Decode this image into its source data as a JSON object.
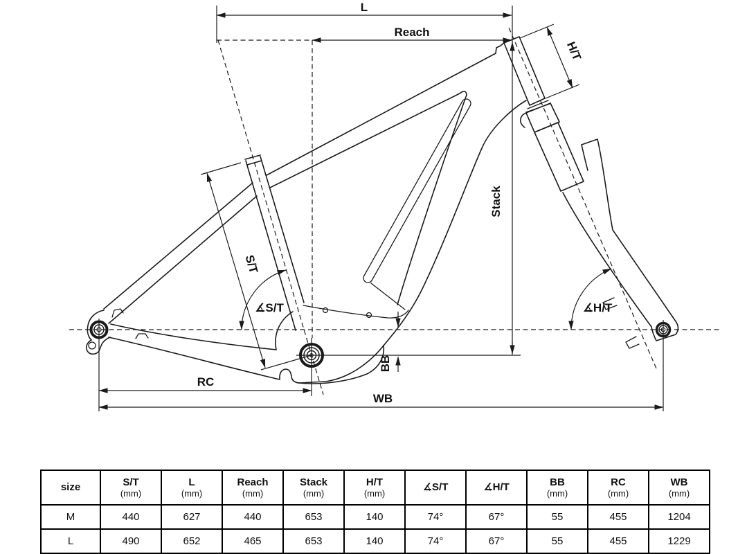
{
  "diagram": {
    "labels": {
      "l": "L",
      "reach": "Reach",
      "ht": "H/T",
      "stack": "Stack",
      "st": "S/T",
      "angle_st": "∡S/T",
      "angle_ht": "∡H/T",
      "bb": "BB",
      "rc": "RC",
      "wb": "WB"
    },
    "line_color": "#1a1a1a"
  },
  "table": {
    "columns": [
      {
        "label": "size",
        "unit": ""
      },
      {
        "label": "S/T",
        "unit": "(mm)"
      },
      {
        "label": "L",
        "unit": "(mm)"
      },
      {
        "label": "Reach",
        "unit": "(mm)"
      },
      {
        "label": "Stack",
        "unit": "(mm)"
      },
      {
        "label": "H/T",
        "unit": "(mm)"
      },
      {
        "label": "∡S/T",
        "unit": ""
      },
      {
        "label": "∡H/T",
        "unit": ""
      },
      {
        "label": "BB",
        "unit": "(mm)"
      },
      {
        "label": "RC",
        "unit": "(mm)"
      },
      {
        "label": "WB",
        "unit": "(mm)"
      }
    ],
    "rows": [
      [
        "M",
        "440",
        "627",
        "440",
        "653",
        "140",
        "74°",
        "67°",
        "55",
        "455",
        "1204"
      ],
      [
        "L",
        "490",
        "652",
        "465",
        "653",
        "140",
        "74°",
        "67°",
        "55",
        "455",
        "1229"
      ]
    ]
  }
}
